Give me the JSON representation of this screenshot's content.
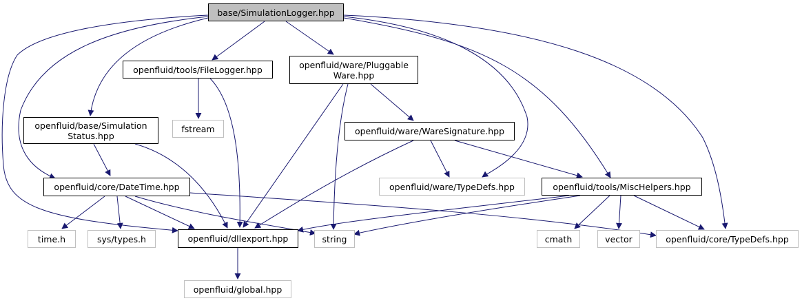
{
  "colors": {
    "edge": "#191970",
    "box_border": "#000000",
    "external_border": "#bfbfbf",
    "root_fill": "#bfbfbf"
  },
  "nodes": {
    "root": "base/SimulationLogger.hpp",
    "filelogger": "openfluid/tools/FileLogger.hpp",
    "pluggable_l1": "openfluid/ware/Pluggable",
    "pluggable_l2": "Ware.hpp",
    "simstatus_l1": "openfluid/base/Simulation",
    "simstatus_l2": "Status.hpp",
    "fstream": "fstream",
    "waresig": "openfluid/ware/WareSignature.hpp",
    "datetime": "openfluid/core/DateTime.hpp",
    "ware_typedefs": "openfluid/ware/TypeDefs.hpp",
    "mischelpers": "openfluid/tools/MiscHelpers.hpp",
    "time_h": "time.h",
    "sys_types": "sys/types.h",
    "dllexport": "openfluid/dllexport.hpp",
    "string": "string",
    "cmath": "cmath",
    "vector": "vector",
    "core_typedefs": "openfluid/core/TypeDefs.hpp",
    "global": "openfluid/global.hpp"
  }
}
